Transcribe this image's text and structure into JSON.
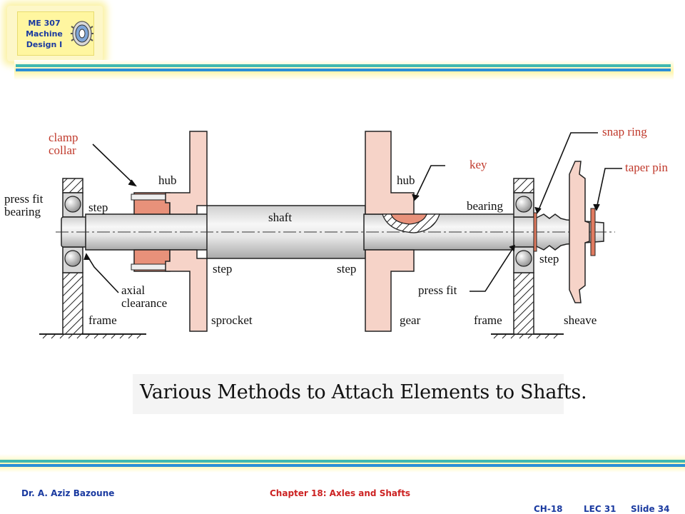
{
  "badge": {
    "line1": "ME 307",
    "line2": "Machine",
    "line3": "Design I"
  },
  "diagram": {
    "labels": {
      "clamp_collar_1": "clamp",
      "clamp_collar_2": "collar",
      "hub_left": "hub",
      "press_fit_bearing_1": "press fit",
      "press_fit_bearing_2": "bearing",
      "step_left": "step",
      "shaft": "shaft",
      "axial_clearance_1": "axial",
      "axial_clearance_2": "clearance",
      "step_bottom_1": "step",
      "step_bottom_2": "step",
      "frame_left": "frame",
      "sprocket": "sprocket",
      "hub_right": "hub",
      "key": "key",
      "bearing_right": "bearing",
      "press_fit": "press fit",
      "gear": "gear",
      "frame_right": "frame",
      "snap_ring": "snap ring",
      "taper_pin": "taper pin",
      "step_right": "step",
      "sheave": "sheave"
    },
    "colors": {
      "part_fill": "#f6d3c8",
      "part_stroke": "#222222",
      "accent": "#e07a5f",
      "label_red": "#c0392b"
    }
  },
  "caption": "Various Methods to Attach Elements to Shafts.",
  "footer": {
    "author": "Dr. A. Aziz Bazoune",
    "chapter": "Chapter 18: Axles and Shafts",
    "ch": "CH-18",
    "lec": "LEC 31",
    "slide": "Slide 34"
  },
  "colors": {
    "stripe_teal": "#3fb8b0",
    "stripe_blue": "#2b8fd6",
    "footer_blue": "#1a3aa0",
    "chapter_red": "#cc2222"
  }
}
